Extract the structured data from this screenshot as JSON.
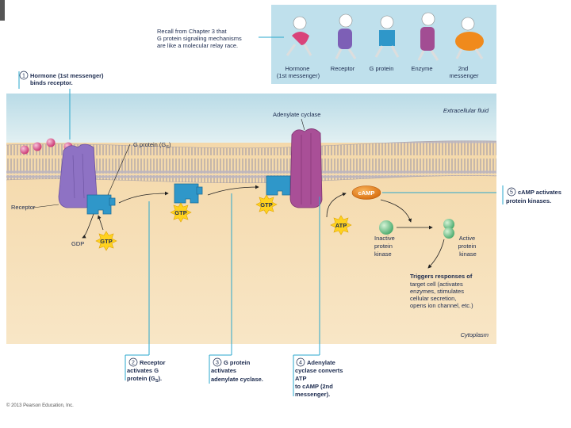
{
  "relay": {
    "note": [
      "Recall from Chapter 3 that",
      "G protein signaling mechanisms",
      "are like a molecular relay race."
    ],
    "runners": [
      {
        "label": [
          "Hormone",
          "(1st messenger)"
        ],
        "color": "#d9437a"
      },
      {
        "label": [
          "Receptor"
        ],
        "color": "#7d5fb6"
      },
      {
        "label": [
          "G protein"
        ],
        "color": "#2f97c9"
      },
      {
        "label": [
          "Enzyme"
        ],
        "color": "#a24d93"
      },
      {
        "label": [
          "2nd",
          "messenger"
        ],
        "color": "#f08a1c"
      }
    ]
  },
  "regions": {
    "extracellular": "Extracellular fluid",
    "cytoplasm": "Cytoplasm"
  },
  "molecules": {
    "adenylate_cyclase": "Adenylate cyclase",
    "g_protein_prefix": "G protein (G",
    "g_sub": "S",
    "g_suffix": ")",
    "receptor": "Receptor",
    "gdp": "GDP",
    "gtp": "GTP",
    "atp": "ATP",
    "camp": "cAMP",
    "inactive_kinase": [
      "Inactive",
      "protein",
      "kinase"
    ],
    "active_kinase": [
      "Active",
      "protein",
      "kinase"
    ],
    "responses": [
      "Triggers responses of",
      "target cell (activates",
      "enzymes, stimulates",
      "cellular secretion,",
      "opens ion channel, etc.)"
    ]
  },
  "steps": [
    {
      "num": "1",
      "lines": [
        "Hormone (1st messenger)",
        "binds receptor."
      ]
    },
    {
      "num": "2",
      "lines": [
        "Receptor",
        "activates G",
        "protein (G"
      ],
      "sub": "S",
      "tail": ")."
    },
    {
      "num": "3",
      "lines": [
        "G protein",
        "activates",
        "adenylate cyclase."
      ]
    },
    {
      "num": "4",
      "lines": [
        "Adenylate",
        "cyclase converts",
        "ATP",
        "to cAMP (2nd",
        "messenger)."
      ]
    },
    {
      "num": "5",
      "lines": [
        "cAMP activates",
        "protein kinases."
      ]
    }
  ],
  "colors": {
    "membrane": "#c9c2c8",
    "extracellular": "#cfe6ee",
    "cytoplasm": "#f6ddb3",
    "callout_line": "#2aa7cc"
  },
  "copyright": "© 2013 Pearson Education, Inc."
}
